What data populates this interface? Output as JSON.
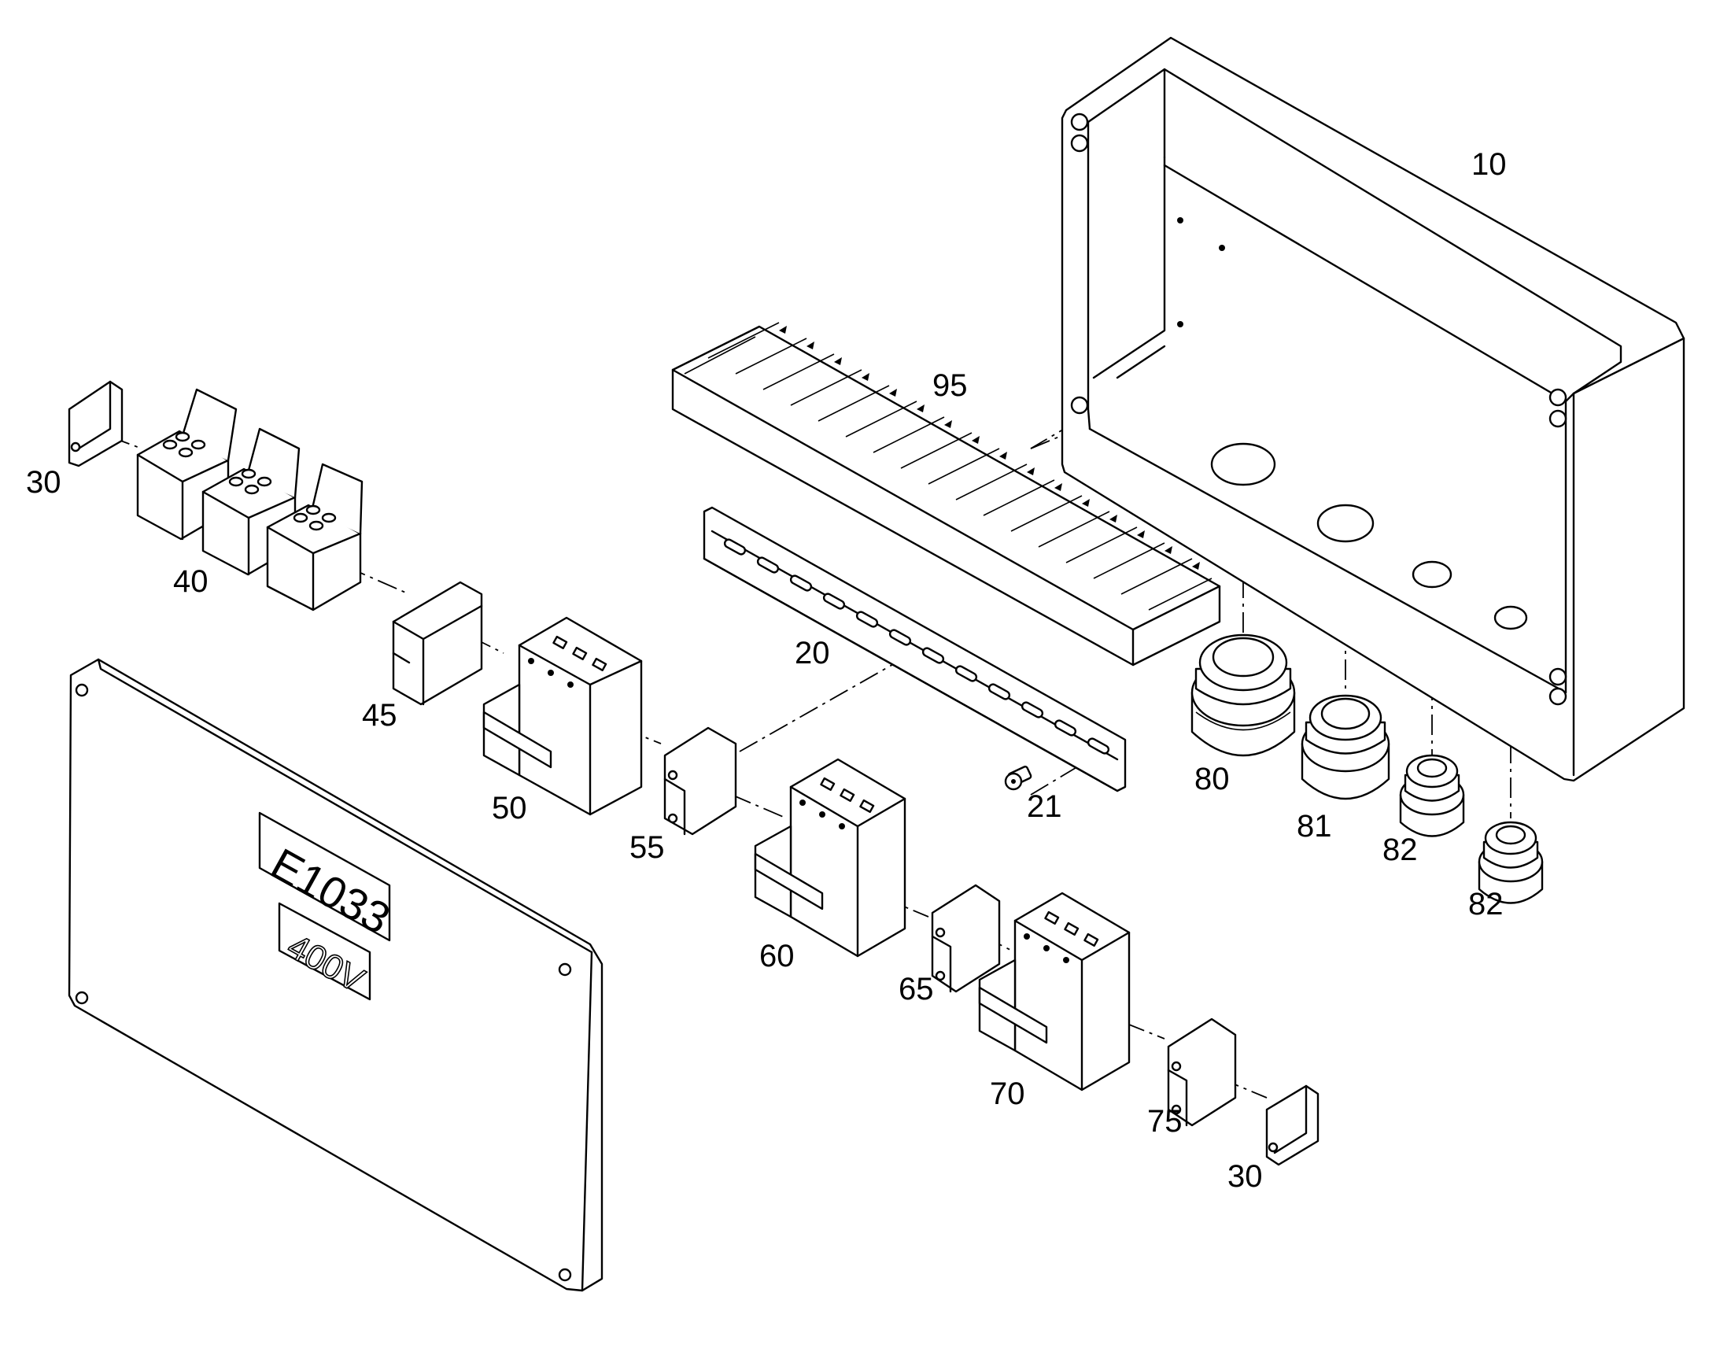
{
  "plate": {
    "code": "E1033",
    "voltage": "400V"
  },
  "callouts": [
    {
      "id": "c10",
      "text": "10"
    },
    {
      "id": "c95",
      "text": "95"
    },
    {
      "id": "c30a",
      "text": "30"
    },
    {
      "id": "c40",
      "text": "40"
    },
    {
      "id": "c45",
      "text": "45"
    },
    {
      "id": "c20",
      "text": "20"
    },
    {
      "id": "c50",
      "text": "50"
    },
    {
      "id": "c55",
      "text": "55"
    },
    {
      "id": "c21",
      "text": "21"
    },
    {
      "id": "c80",
      "text": "80"
    },
    {
      "id": "c81",
      "text": "81"
    },
    {
      "id": "c82a",
      "text": "82"
    },
    {
      "id": "c82b",
      "text": "82"
    },
    {
      "id": "c60",
      "text": "60"
    },
    {
      "id": "c65",
      "text": "65"
    },
    {
      "id": "c70",
      "text": "70"
    },
    {
      "id": "c75",
      "text": "75"
    },
    {
      "id": "c30b",
      "text": "30"
    }
  ]
}
